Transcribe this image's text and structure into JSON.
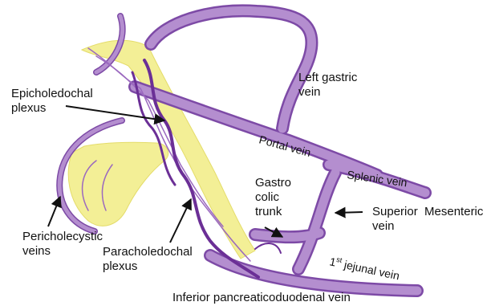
{
  "colors": {
    "vein_fill": "#b48ecf",
    "vein_edge": "#7d4aa6",
    "plexus_dark": "#6b2f96",
    "bile_yellow": "#f3ef96",
    "arrow": "#111111"
  },
  "labels": {
    "epicholedochal": [
      "Epicholedochal",
      "plexus"
    ],
    "left_gastric": [
      "Left gastric",
      "vein"
    ],
    "portal": "Portal vein",
    "splenic": "Splenic vein",
    "gastrocolic": [
      "Gastro",
      "colic",
      "trunk"
    ],
    "superior_mesenteric": [
      "Superior  Mesenteric",
      "vein"
    ],
    "pericholecystic": [
      "Pericholecystic",
      "veins"
    ],
    "paracholedochal": [
      "Paracholedochal",
      "plexus"
    ],
    "jejunal_main": "1",
    "jejunal_sup": "st",
    "jejunal_rest": " jejunal vein",
    "inferior_pd": "Inferior pancreaticoduodenal vein"
  }
}
